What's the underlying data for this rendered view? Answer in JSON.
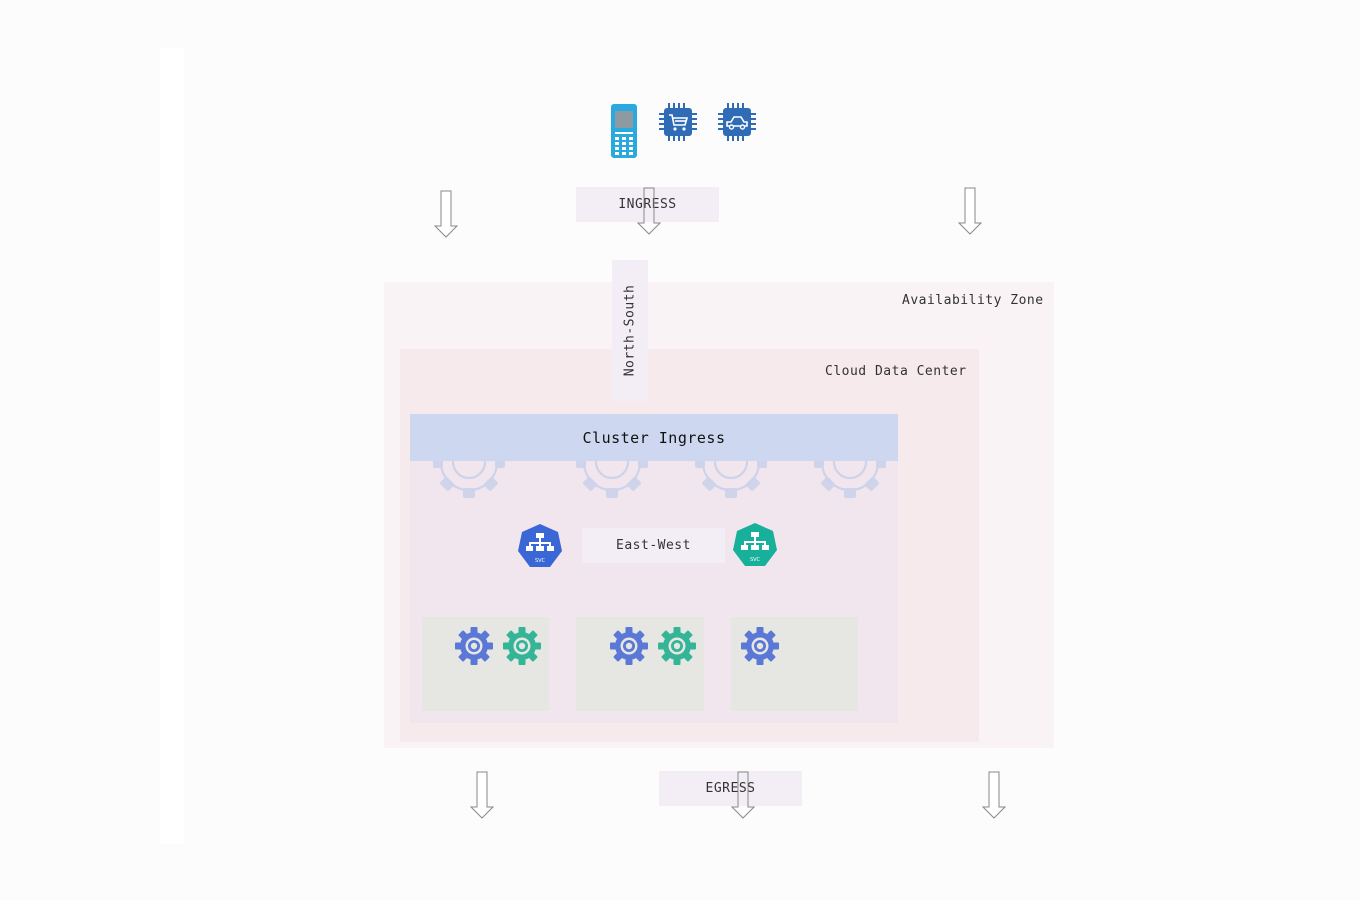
{
  "clients": {
    "icons": [
      "mobile-phone-icon",
      "shopping-cart-chip-icon",
      "car-chip-icon"
    ],
    "colors": {
      "phone": "#2aa8e0",
      "chip": "#2f6cb5"
    }
  },
  "ingress": {
    "label": "INGRESS"
  },
  "north_south": {
    "label": "North-South"
  },
  "availability_zone": {
    "label": "Availability Zone"
  },
  "data_center": {
    "label": "Cloud Data Center"
  },
  "cluster": {
    "header": "Cluster Ingress",
    "east_west": {
      "label": "East-West"
    },
    "services": [
      {
        "name": "svc-blue",
        "icon_text": "SVC",
        "color": "#3b66d6"
      },
      {
        "name": "svc-teal",
        "icon_text": "SVC",
        "color": "#17b09a"
      }
    ],
    "nodes": [
      {
        "pods": [
          "blue",
          "teal"
        ]
      },
      {
        "pods": [
          "blue",
          "teal"
        ]
      },
      {
        "pods": [
          "blue"
        ]
      }
    ]
  },
  "egress": {
    "label": "EGRESS"
  },
  "colors": {
    "pod_blue": "#5b78d6",
    "pod_teal": "#34b597",
    "faded_gear": "#ccd3ea",
    "cluster_header": "#cdd7ef"
  }
}
